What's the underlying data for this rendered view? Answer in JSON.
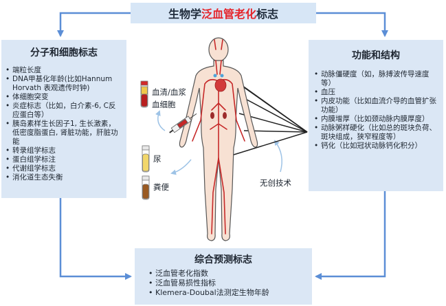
{
  "title": {
    "prefix": "生物学",
    "highlight": "泛血管老化",
    "suffix": "标志"
  },
  "left_panel": {
    "heading": "分子和细胞标志",
    "items": [
      "端粒长度",
      "DNA甲基化年龄(比如Hannum Horvath 表观遗传时钟)",
      "体细胞突变",
      "炎症标志（比如，白介素-6, C反应蛋白等）",
      "胰岛素样生长因子1, 生长激素，低密度脂蛋白, 肾脏功能，肝脏功能",
      "转录组学标志",
      "蛋白组学标注",
      "代谢组学标志",
      "消化道生态失衡"
    ]
  },
  "right_panel": {
    "heading": "功能和结构",
    "items": [
      "动脉僵硬度（如，脉搏波传导速度等）",
      "血压",
      "内皮功能（比如血流介导的血管扩张功能）",
      "内膜增厚（比如颈动脉内膜厚度）",
      "动脉粥样硬化（比如总的斑块负荷、斑块组成，狭窄程度等）",
      "钙化（比如冠状动脉钙化积分）"
    ]
  },
  "bottom_panel": {
    "heading": "综合预测标志",
    "items": [
      "泛血管老化指数",
      "泛血管易损性指标",
      "Klemera-Doubal法测定生物年龄"
    ]
  },
  "labels": {
    "serum_plasma": "血清/血浆",
    "blood_cells": "血细胞",
    "urine": "尿",
    "feces": "粪便",
    "noninvasive": "无创技术"
  },
  "colors": {
    "panel_bg": "#dbe7f5",
    "arrow": "#5b8ed6",
    "highlight": "#e5252b",
    "artery": "#c62828",
    "body_outline": "#555555"
  }
}
